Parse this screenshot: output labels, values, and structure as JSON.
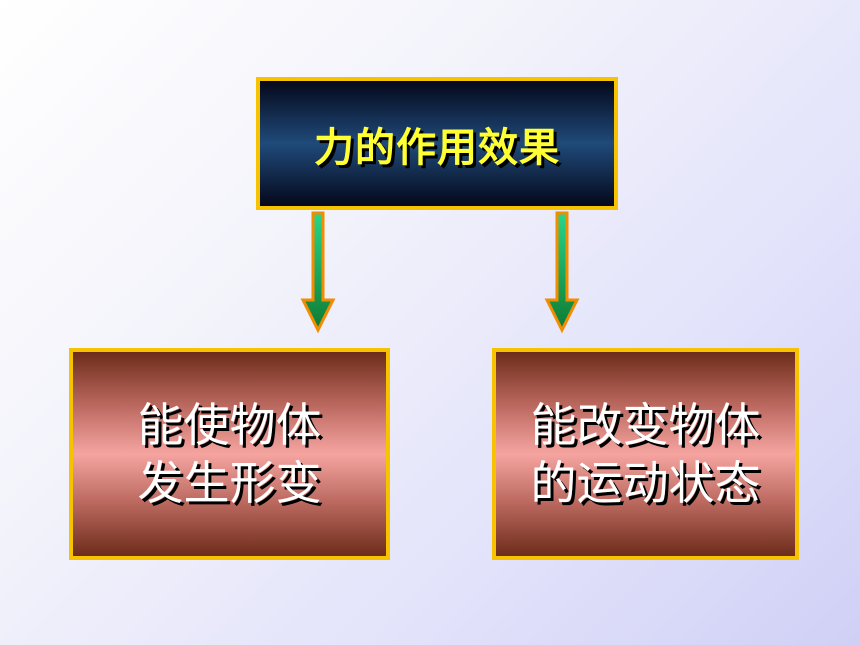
{
  "top": {
    "label": "力的作用效果"
  },
  "left": {
    "line1": "能使物体",
    "line2": "发生形变"
  },
  "right": {
    "line1": "能改变物体",
    "line2": "的运动状态"
  },
  "colors": {
    "border": "#f7c300",
    "top_text": "#ffff33",
    "arrow_green": "#1fd07a",
    "arrow_outline": "#f28c00"
  }
}
